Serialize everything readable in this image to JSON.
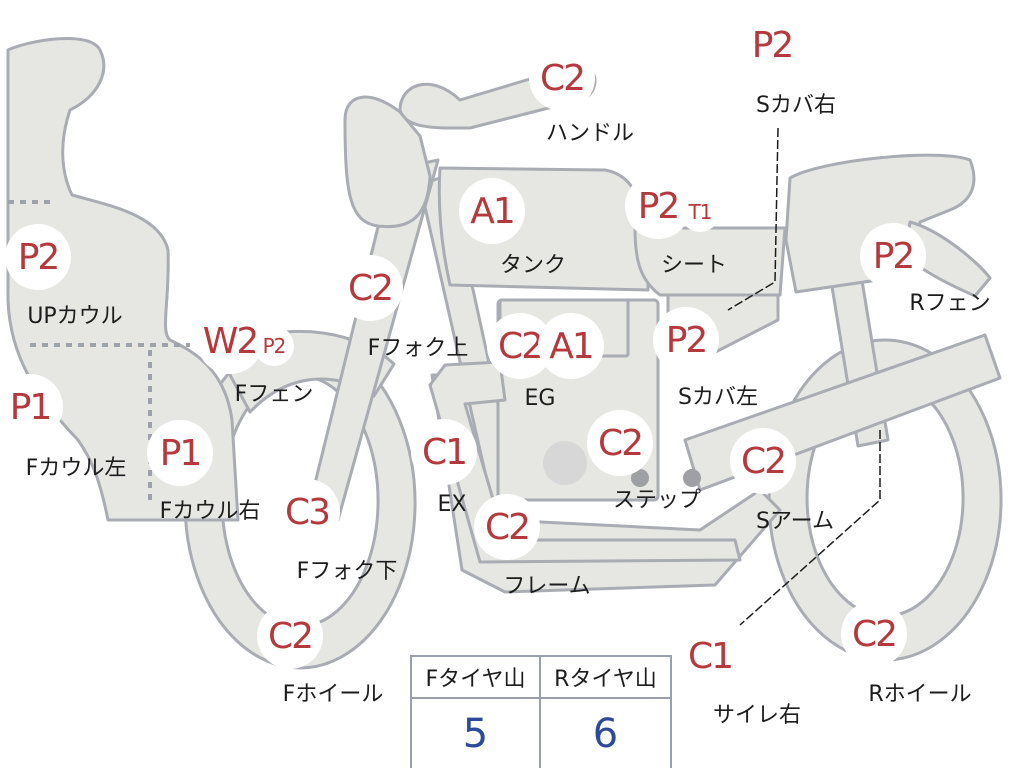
{
  "parts": [
    {
      "id": "up-cowl",
      "code": "P2",
      "label": "UPカウル"
    },
    {
      "id": "f-cowl-left",
      "code": "P1",
      "label": "Fカウル左"
    },
    {
      "id": "f-cowl-right",
      "code": "P1",
      "label": "Fカウル右"
    },
    {
      "id": "f-fender",
      "code": "W2",
      "sub_code": "P2",
      "label": "Fフェン"
    },
    {
      "id": "f-fork-upper",
      "code": "C2",
      "label": "Fフォク上"
    },
    {
      "id": "f-fork-lower",
      "code": "C3",
      "label": "Fフォク下"
    },
    {
      "id": "f-wheel",
      "code": "C2",
      "label": "Fホイール"
    },
    {
      "id": "handle",
      "code": "C2",
      "label": "ハンドル"
    },
    {
      "id": "tank",
      "code": "A1",
      "label": "タンク"
    },
    {
      "id": "engine",
      "code": "C2",
      "sub_code": "A1",
      "label": "EG"
    },
    {
      "id": "exhaust",
      "code": "C1",
      "label": "EX"
    },
    {
      "id": "frame",
      "code": "C2",
      "label": "フレーム"
    },
    {
      "id": "step",
      "code": "C2",
      "label": "ステップ"
    },
    {
      "id": "seat",
      "code": "P2",
      "sub_code": "T1",
      "label": "シート"
    },
    {
      "id": "side-cover-right",
      "code": "P2",
      "label": "Sカバ右"
    },
    {
      "id": "side-cover-left",
      "code": "P2",
      "label": "Sカバ左"
    },
    {
      "id": "r-fender",
      "code": "P2",
      "label": "Rフェン"
    },
    {
      "id": "swing-arm",
      "code": "C2",
      "label": "Sアーム"
    },
    {
      "id": "muffler-right",
      "code": "C1",
      "label": "サイレ右"
    },
    {
      "id": "r-wheel",
      "code": "C2",
      "label": "Rホイール"
    }
  ],
  "tire_table": {
    "front_header": "Fタイヤ山",
    "rear_header": "Rタイヤ山",
    "front_value": "5",
    "rear_value": "6"
  },
  "colors": {
    "part_fill": "#e6e6e3",
    "part_stroke": "#a9acb2",
    "code_text": "#b5383c",
    "value_text": "#2d4a9a"
  }
}
